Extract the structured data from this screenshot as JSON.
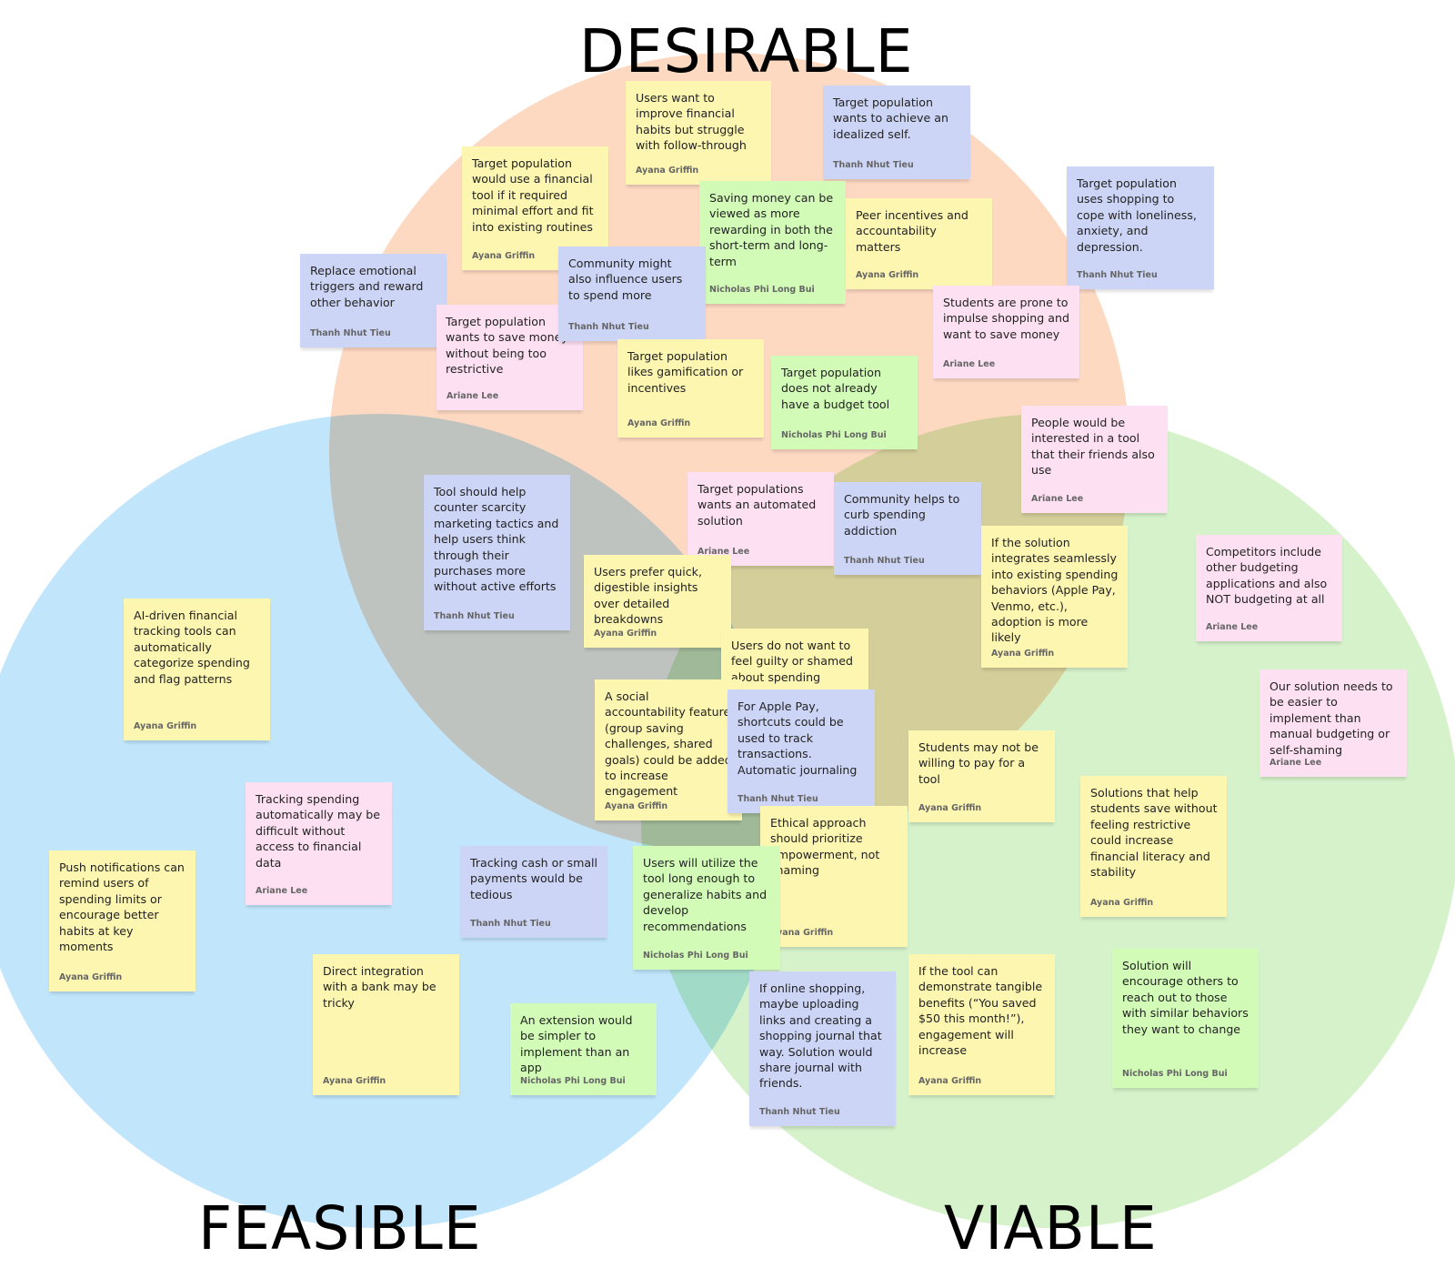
{
  "diagram": {
    "type": "venn",
    "colors": {
      "desirable": "#fdd9c2",
      "feasible": "#c1e6fc",
      "viable": "#d6f2cb",
      "note_yellow": "#fdf6b1",
      "note_blue": "#cdd5f6",
      "note_green": "#d1fbb6",
      "note_pink": "#fde0f2"
    },
    "labels": {
      "desirable": "DESIRABLE",
      "feasible": "FEASIBLE",
      "viable": "VIABLE"
    }
  },
  "notes": [
    {
      "text": "Users want to improve financial habits but struggle with follow-through",
      "author": "Ayana Griffin",
      "color": "yellow"
    },
    {
      "text": "Target population wants to achieve an idealized self.",
      "author": "Thanh Nhut Tieu",
      "color": "blue"
    },
    {
      "text": "Target population would use a financial tool if it required minimal effort and fit into existing routines",
      "author": "Ayana Griffin",
      "color": "yellow"
    },
    {
      "text": "Saving money can be viewed as more rewarding in both the short-term and long-term",
      "author": "Nicholas Phi Long Bui",
      "color": "green"
    },
    {
      "text": "Peer incentives and accountability matters",
      "author": "Ayana Griffin",
      "color": "yellow"
    },
    {
      "text": "Target population uses shopping to cope with loneliness, anxiety, and depression.",
      "author": "Thanh Nhut Tieu",
      "color": "blue"
    },
    {
      "text": "Replace emotional triggers and reward other behavior",
      "author": "Thanh Nhut Tieu",
      "color": "blue"
    },
    {
      "text": "Target population wants to save money without being too restrictive",
      "author": "Ariane Lee",
      "color": "pink"
    },
    {
      "text": "Community might also influence users to spend more",
      "author": "Thanh Nhut Tieu",
      "color": "blue"
    },
    {
      "text": "Students are prone to impulse shopping and want to save money",
      "author": "Ariane Lee",
      "color": "pink"
    },
    {
      "text": "Target population likes gamification or incentives",
      "author": "Ayana Griffin",
      "color": "yellow"
    },
    {
      "text": "Target population does not already have a budget tool",
      "author": "Nicholas Phi Long Bui",
      "color": "green"
    },
    {
      "text": "People would be interested in a tool that their friends also use",
      "author": "Ariane Lee",
      "color": "pink"
    },
    {
      "text": "Tool should help counter scarcity marketing tactics and help users think through their purchases more without active efforts",
      "author": "Thanh Nhut Tieu",
      "color": "blue"
    },
    {
      "text": "Target populations wants an automated solution",
      "author": "Ariane Lee",
      "color": "pink"
    },
    {
      "text": "Community helps to curb spending addiction",
      "author": "Thanh Nhut Tieu",
      "color": "blue"
    },
    {
      "text": "If the solution integrates seamlessly into existing spending behaviors (Apple Pay, Venmo, etc.), adoption is more likely",
      "author": "Ayana Griffin",
      "color": "yellow"
    },
    {
      "text": "Competitors include other budgeting applications and also NOT budgeting at all",
      "author": "Ariane Lee",
      "color": "pink"
    },
    {
      "text": "Users prefer quick, digestible insights over detailed breakdowns",
      "author": "Ayana Griffin",
      "color": "yellow"
    },
    {
      "text": "AI-driven financial tracking tools can automatically categorize spending and flag patterns",
      "author": "Ayana Griffin",
      "color": "yellow"
    },
    {
      "text": "Users do not want to feel guilty or shamed about spending",
      "author": "",
      "color": "yellow"
    },
    {
      "text": "A social accountability feature (group saving challenges, shared goals) could be added to increase engagement",
      "author": "Ayana Griffin",
      "color": "yellow"
    },
    {
      "text": "For Apple Pay, shortcuts could be used to track transactions. Automatic journaling",
      "author": "Thanh Nhut Tieu",
      "color": "blue"
    },
    {
      "text": "Our solution needs to be easier to implement than manual budgeting or self-shaming",
      "author": "Ariane Lee",
      "color": "pink"
    },
    {
      "text": "Students may not be willing to pay for a tool",
      "author": "Ayana Griffin",
      "color": "yellow"
    },
    {
      "text": "Tracking spending automatically may be difficult without access to financial data",
      "author": "Ariane Lee",
      "color": "pink"
    },
    {
      "text": "Ethical approach should prioritize empowerment, not shaming",
      "author": "Ayana Griffin",
      "color": "yellow"
    },
    {
      "text": "Solutions that help students save without feeling restrictive could increase financial literacy and stability",
      "author": "Ayana Griffin",
      "color": "yellow"
    },
    {
      "text": "Push notifications can remind users of spending limits or encourage better habits at key moments",
      "author": "Ayana Griffin",
      "color": "yellow"
    },
    {
      "text": "Tracking cash or small payments would be tedious",
      "author": "Thanh Nhut Tieu",
      "color": "blue"
    },
    {
      "text": "Users will utilize the tool long enough to generalize habits and develop recommendations",
      "author": "Nicholas Phi Long Bui",
      "color": "green"
    },
    {
      "text": "Direct integration with a bank may be tricky",
      "author": "Ayana Griffin",
      "color": "yellow"
    },
    {
      "text": "If online shopping, maybe uploading links and creating a shopping journal that way. Solution would share journal with friends.",
      "author": "Thanh Nhut Tieu",
      "color": "blue"
    },
    {
      "text": "If the tool can demonstrate tangible benefits (“You saved $50 this month!”), engagement will increase",
      "author": "Ayana Griffin",
      "color": "yellow"
    },
    {
      "text": "Solution will encourage others to reach out to those with similar behaviors they want to change",
      "author": "Nicholas Phi Long Bui",
      "color": "green"
    },
    {
      "text": "An extension would be simpler to implement than an app",
      "author": "Nicholas Phi Long Bui",
      "color": "green"
    }
  ]
}
